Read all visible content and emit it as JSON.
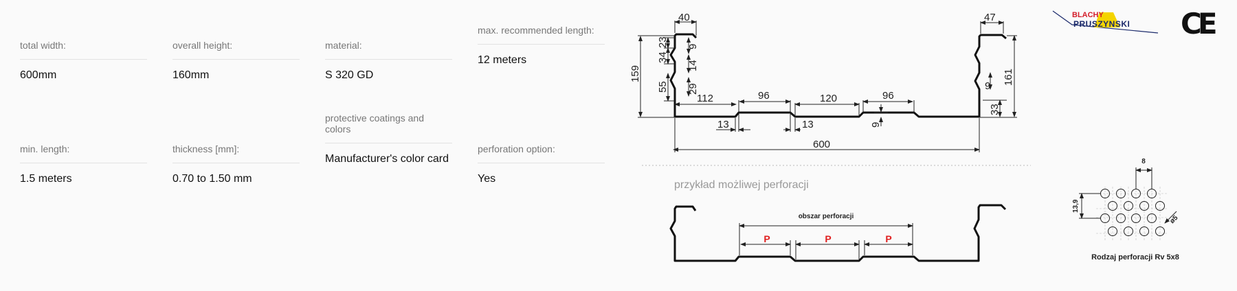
{
  "specs": [
    {
      "label": "total width:",
      "value": "600mm"
    },
    {
      "label": "overall height:",
      "value": "160mm"
    },
    {
      "label": "material:",
      "value": "S 320 GD"
    },
    {
      "label": "max. recommended length:",
      "value": "12 meters"
    },
    {
      "label": "protective coatings and colors",
      "value": "Manufacturer's color card"
    },
    {
      "label": "min. length:",
      "value": "1.5 meters"
    },
    {
      "label": "thickness [mm]:",
      "value": "0.70 to 1.50 mm"
    },
    {
      "label": "perforation option:",
      "value": "Yes"
    }
  ],
  "logo": {
    "line1": "BLACHY",
    "line2": "PRUSZYNSKI"
  },
  "ce_mark": "CE",
  "drawing": {
    "dimensions": {
      "d40": "40",
      "d47": "47",
      "d159": "159",
      "d161": "161",
      "d34": "34",
      "d23": "23",
      "d9a": "9",
      "d14": "14",
      "d55": "55",
      "d29": "29",
      "d112": "112",
      "d96a": "96",
      "d120": "120",
      "d96b": "96",
      "d9b": "9",
      "d33": "33",
      "d13a": "13",
      "d13b": "13",
      "d9c": "9",
      "d600": "600"
    },
    "perforation_title": "przykład możliwej perforacji",
    "perforation_area": "obszar perforacji",
    "p_label": "P",
    "hole_spacing": "8",
    "row_spacing": "13,9",
    "hole_diameter": "ø5",
    "perforation_type": "Rodzaj perforacji Rv 5x8"
  },
  "colors": {
    "accent_red": "#e02020",
    "label_gray": "#777777"
  }
}
